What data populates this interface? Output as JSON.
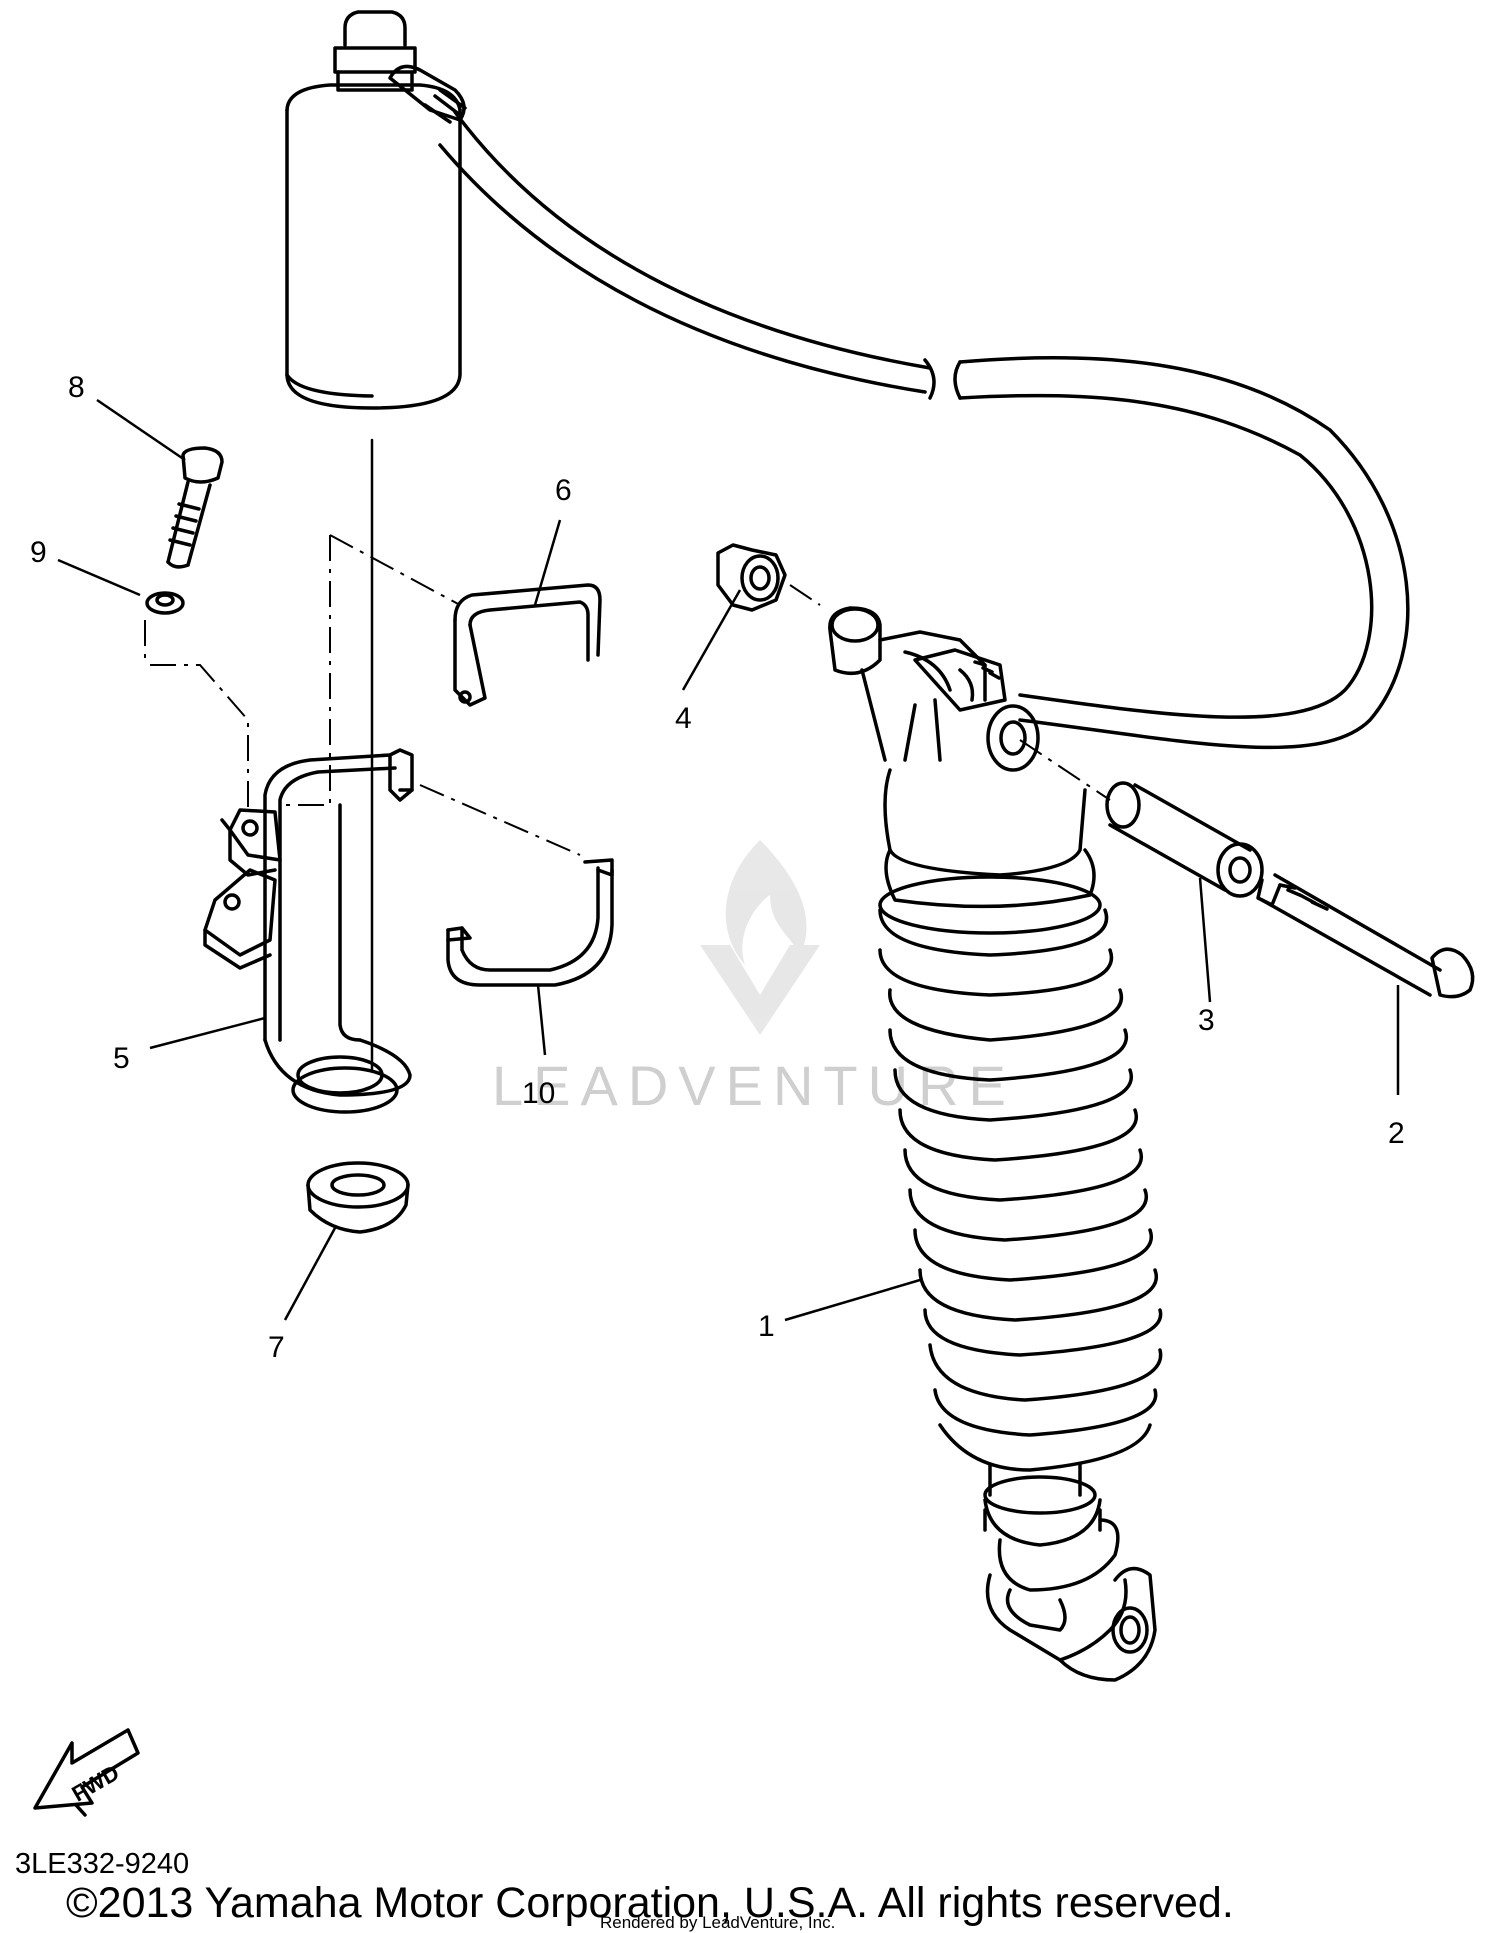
{
  "callouts": [
    "1",
    "2",
    "3",
    "4",
    "5",
    "6",
    "7",
    "8",
    "9",
    "10"
  ],
  "fwd_label": "FWD",
  "part_code": "3LE332-9240",
  "copyright": "©2013 Yamaha Motor Corporation, U.S.A. All rights reserved.",
  "rendered_by": "Rendered by LeadVenture, Inc.",
  "watermark": "LEADVENTURE",
  "colors": {
    "line": "#000000",
    "paper": "#ffffff",
    "watermark": "#cfcfcf"
  }
}
